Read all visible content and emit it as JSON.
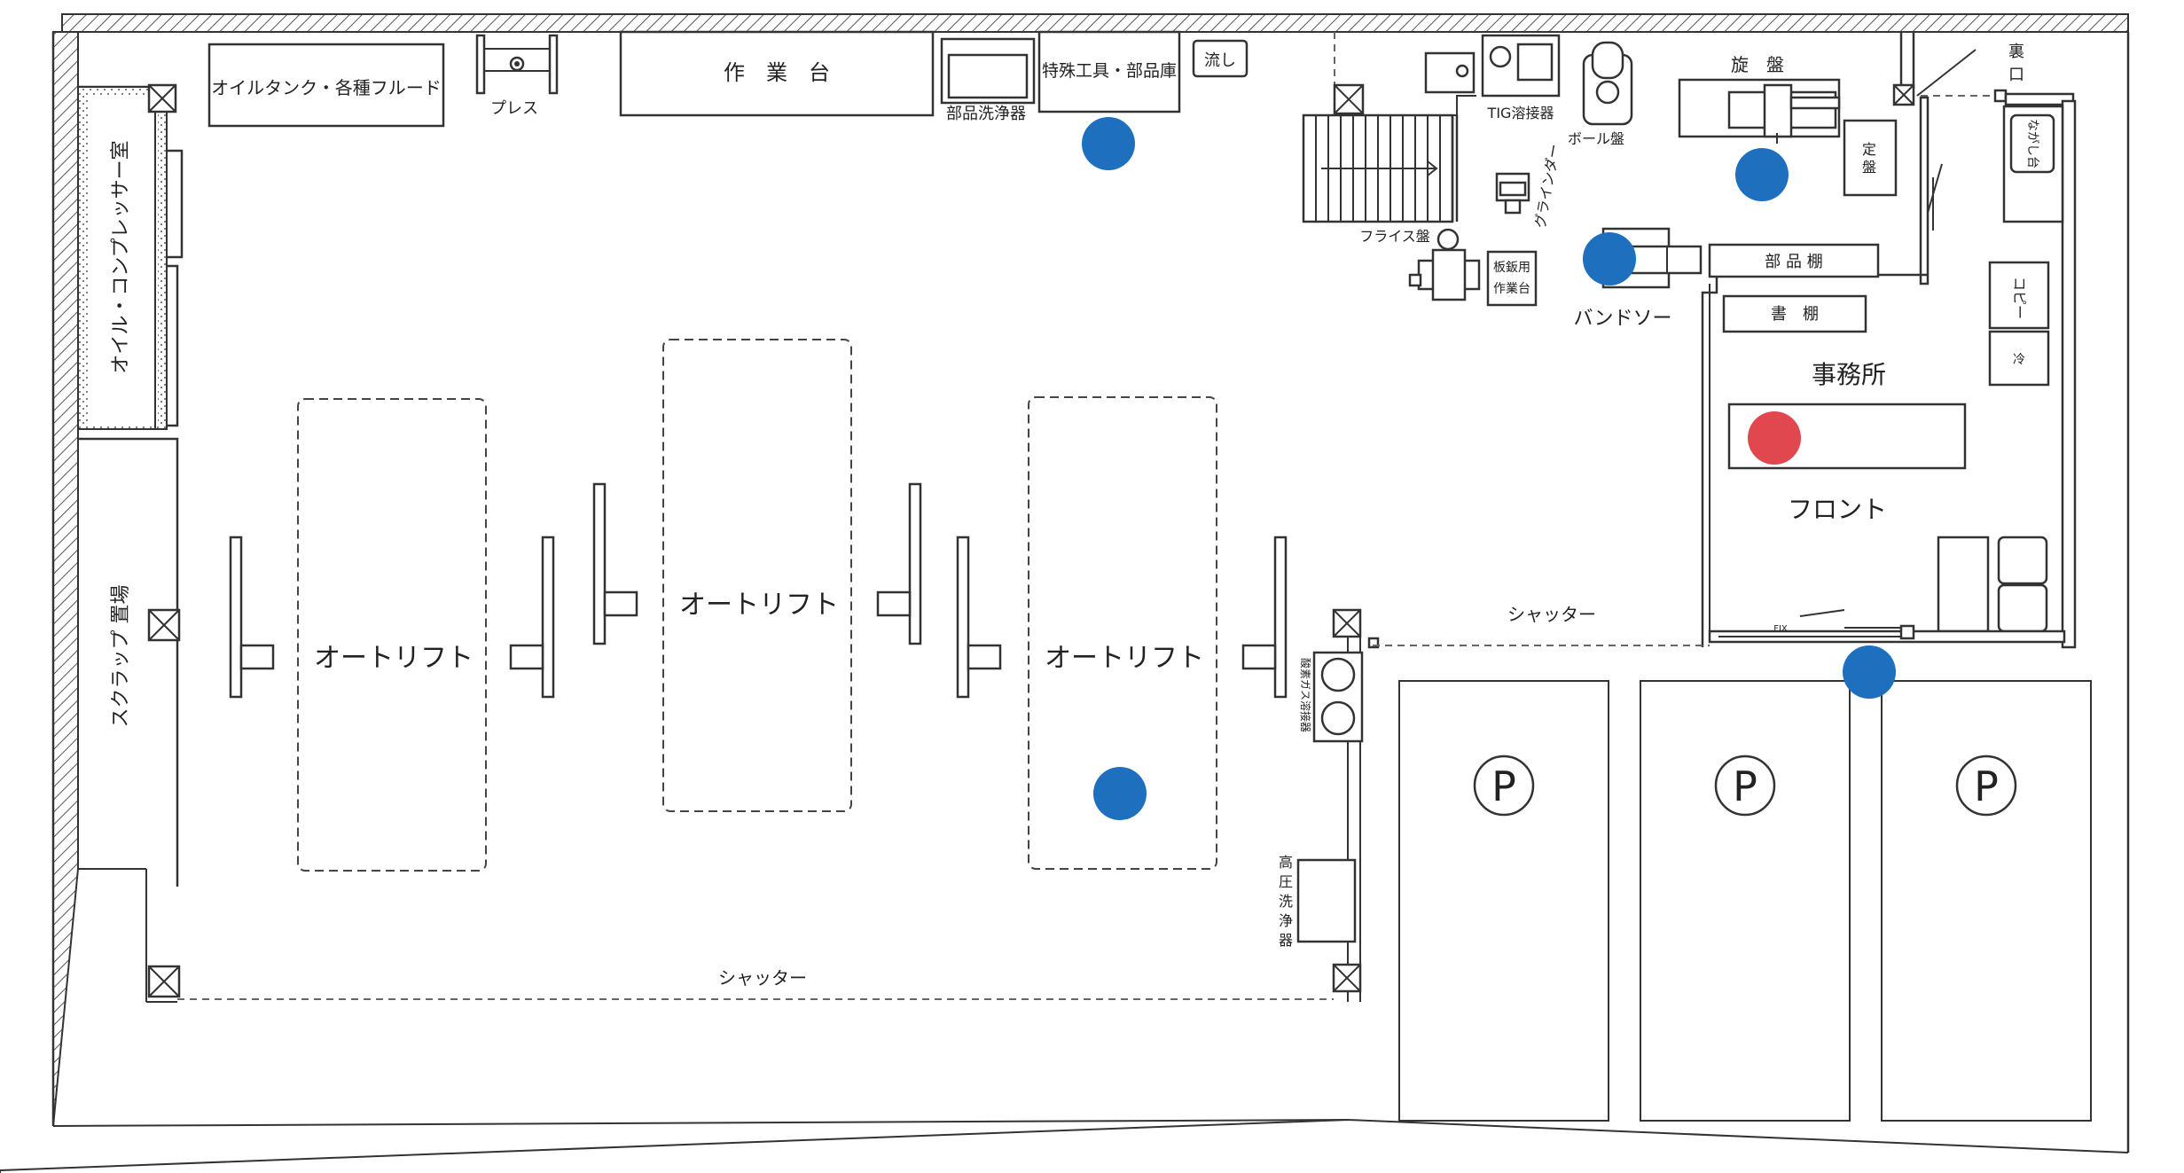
{
  "labels": {
    "oil_tank": "オイルタンク・各種フルード",
    "press": "プレス",
    "workbench": "作　業　台",
    "parts_washer": "部品洗浄器",
    "special_tools": "特殊工具・部品庫",
    "sink": "流し",
    "tig_welder": "TIG溶接器",
    "drill_press": "ボール盤",
    "lathe": "旋　盤",
    "back_door": "裏口",
    "surface_plate": "定盤",
    "grinder": "グラインダー",
    "milling": "フライス盤",
    "sheet_metal_bench": "板鈑用作業台",
    "parts_shelf": "部 品 棚",
    "bookshelf": "書　棚",
    "band_saw": "バンドソー",
    "office": "事務所",
    "front": "フロント",
    "kitchen_sink": "ながし台",
    "copier": "コピー",
    "fridge": "冷",
    "compressor_room": "オイル・コンプレッサー室",
    "scrap_area": "スクラップ 置場",
    "auto_lift": "オートリフト",
    "oxy_gas_welder": "酸素ガス溶接器",
    "pressure_washer": "高圧洗浄器",
    "shutter": "シャッター",
    "fix": "FIX",
    "parking": "P"
  },
  "markers": [
    {
      "id": "marker-near-parts-storage",
      "kind": "blue"
    },
    {
      "id": "marker-lathe",
      "kind": "blue"
    },
    {
      "id": "marker-band-saw",
      "kind": "blue"
    },
    {
      "id": "marker-office-entrance",
      "kind": "blue"
    },
    {
      "id": "marker-right-lift",
      "kind": "blue"
    },
    {
      "id": "marker-front-desk",
      "kind": "red"
    }
  ],
  "colors": {
    "marker_blue": "#1f6fbf",
    "marker_red": "#e0474f",
    "line": "#333333"
  }
}
